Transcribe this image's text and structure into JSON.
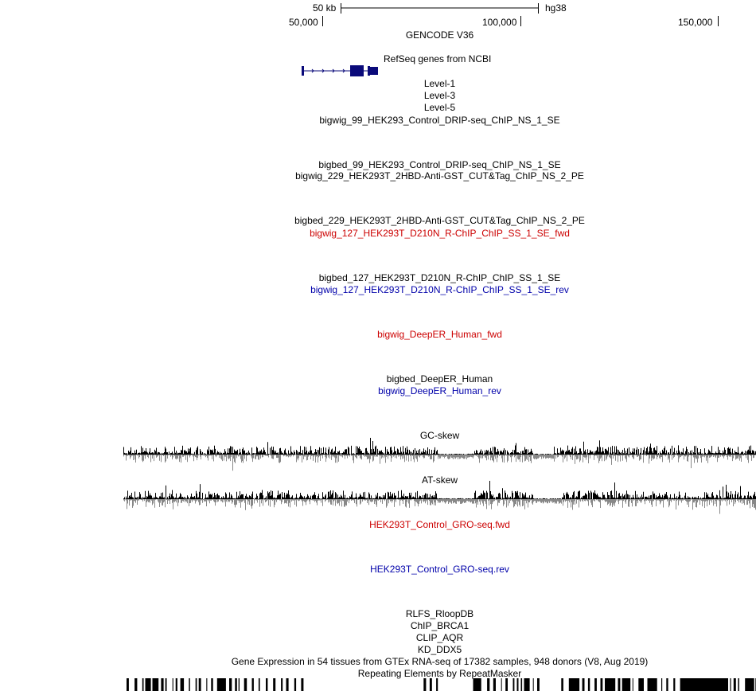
{
  "ruler": {
    "scale_label": "50 kb",
    "assembly": "hg38",
    "ticks": [
      "50,000",
      "100,000",
      "150,000"
    ]
  },
  "colors": {
    "default": "#000000",
    "fwd": "#cc0000",
    "rev": "#0000aa",
    "gene": "#0a0a7a",
    "skew_neg": "#888888"
  },
  "tracks": [
    {
      "label": "GENCODE V36",
      "color": "default"
    },
    {
      "label": "RefSeq genes from NCBI",
      "color": "default"
    },
    {
      "label": "Level-1",
      "color": "default"
    },
    {
      "label": "Level-3",
      "color": "default"
    },
    {
      "label": "Level-5",
      "color": "default"
    },
    {
      "label": "bigwig_99_HEK293_Control_DRIP-seq_ChIP_NS_1_SE",
      "color": "default"
    },
    {
      "label": "bigbed_99_HEK293_Control_DRIP-seq_ChIP_NS_1_SE",
      "color": "default"
    },
    {
      "label": "bigwig_229_HEK293T_2HBD-Anti-GST_CUT&Tag_ChIP_NS_2_PE",
      "color": "default"
    },
    {
      "label": "bigbed_229_HEK293T_2HBD-Anti-GST_CUT&Tag_ChIP_NS_2_PE",
      "color": "default"
    },
    {
      "label": "bigwig_127_HEK293T_D210N_R-ChIP_ChIP_SS_1_SE_fwd",
      "color": "fwd"
    },
    {
      "label": "bigbed_127_HEK293T_D210N_R-ChIP_ChIP_SS_1_SE",
      "color": "default"
    },
    {
      "label": "bigwig_127_HEK293T_D210N_R-ChIP_ChIP_SS_1_SE_rev",
      "color": "rev"
    },
    {
      "label": "bigwig_DeepER_Human_fwd",
      "color": "fwd"
    },
    {
      "label": "bigbed_DeepER_Human",
      "color": "default"
    },
    {
      "label": "bigwig_DeepER_Human_rev",
      "color": "rev"
    },
    {
      "label": "GC-skew",
      "color": "default"
    },
    {
      "label": "AT-skew",
      "color": "default"
    },
    {
      "label": "HEK293T_Control_GRO-seq.fwd",
      "color": "fwd"
    },
    {
      "label": "HEK293T_Control_GRO-seq.rev",
      "color": "rev"
    },
    {
      "label": "RLFS_RloopDB",
      "color": "default"
    },
    {
      "label": "ChIP_BRCA1",
      "color": "default"
    },
    {
      "label": "CLIP_AQR",
      "color": "default"
    },
    {
      "label": "KD_DDX5",
      "color": "default"
    },
    {
      "label": "Gene Expression in 54 tissues from GTEx RNA-seq of 17382 samples, 948 donors (V8, Aug 2019)",
      "color": "default"
    },
    {
      "label": "Repeating Elements by RepeatMasker",
      "color": "default"
    }
  ]
}
